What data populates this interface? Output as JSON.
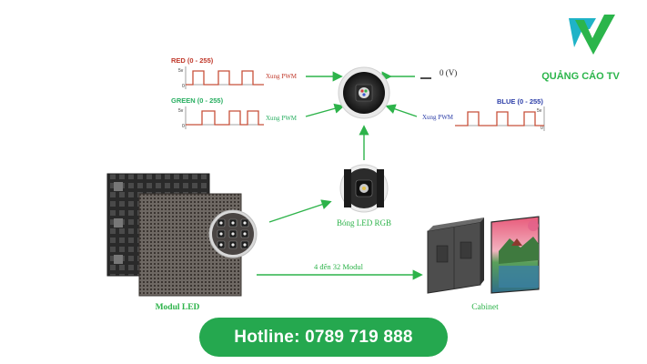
{
  "brand": {
    "name": "QUẢNG CÁO TV",
    "colors": {
      "teal": "#1fb3c7",
      "green": "#2bb54b"
    }
  },
  "signals": {
    "red": {
      "title": "RED (0 - 255)",
      "label": "Xung PWM",
      "v_label": "5v",
      "zero_label": "0",
      "color": "#c0392b"
    },
    "green": {
      "title": "GREEN (0 - 255)",
      "label": "Xung PWM",
      "v_label": "5v",
      "zero_label": "0",
      "color": "#27ae60"
    },
    "blue": {
      "title": "BLUE (0 - 255)",
      "label": "Xung PWM",
      "v_label": "5v",
      "zero_label": "0",
      "color": "#2c3ea8"
    },
    "ground": {
      "label": "0 (V)"
    }
  },
  "components": {
    "led_bulb": {
      "label": "Bóng LED RGB"
    },
    "module": {
      "label": "Modul LED"
    },
    "cabinet": {
      "label": "Cabinet"
    },
    "link": {
      "label": "4 đến 32 Modul"
    }
  },
  "hotline": {
    "label": "Hotline: 0789 719 888"
  },
  "palette": {
    "arrow": "#2db34a",
    "wave": "#c8503a",
    "chip": "#1a1a1a"
  }
}
